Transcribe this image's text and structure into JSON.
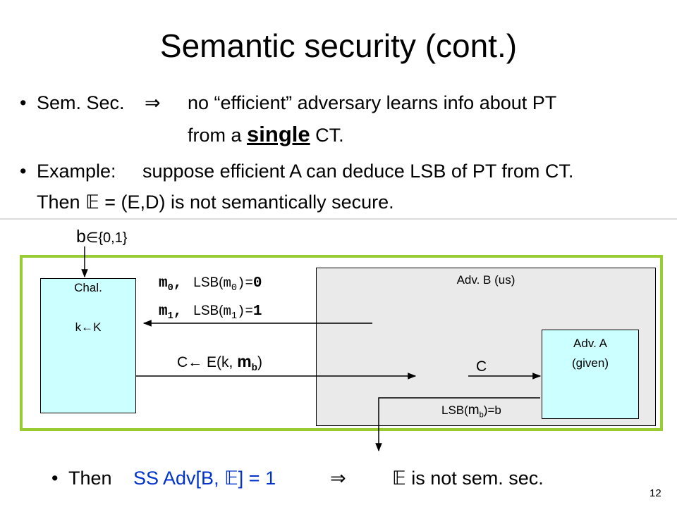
{
  "title": "Semantic security (cont.)",
  "bullet1": {
    "dot": "•",
    "label": "Sem. Sec.",
    "implies": "⇒",
    "line1": "no “efficient” adversary learns info about PT",
    "line2_pre": "from a",
    "line2_emph": "single",
    "line2_post": "CT."
  },
  "bullet2": {
    "dot": "•",
    "label": "Example:",
    "line1": "suppose efficient A can deduce LSB of PT from CT.",
    "line2_pre": "Then",
    "scheme_symbol": "𝔼",
    "line2_post": "= (E,D) is not semantically secure."
  },
  "diagram": {
    "b_label": "b",
    "b_set": "∈{0,1}",
    "chal_title": "Chal.",
    "chal_key": "k←K",
    "m0_name": "m",
    "m0_sub": "0",
    "m0_comma": ",",
    "m0_lsb_pre": "LSB(",
    "m0_lsb_var": "m",
    "m0_lsb_sub": "0",
    "m0_lsb_post": ")=",
    "m0_lsb_val": "0",
    "m1_name": "m",
    "m1_sub": "1",
    "m1_comma": ",",
    "m1_lsb_pre": "LSB(",
    "m1_lsb_var": "m",
    "m1_lsb_sub": "1",
    "m1_lsb_post": ")=",
    "m1_lsb_val": "1",
    "ct_label_pre": "C← E(k,",
    "ct_label_m": "m",
    "ct_label_b": "b",
    "ct_label_post": ")",
    "advb_title": "Adv. B  (us)",
    "advb_c": "C",
    "adva_line1": "Adv.  A",
    "adva_line2": "(given)",
    "lsb_out_pre": "LSB(",
    "lsb_out_m": "m",
    "lsb_out_b": "b",
    "lsb_out_post": ")=b"
  },
  "bullet3": {
    "dot": "•",
    "pre": "Then",
    "ss_adv": "SS Adv[B,",
    "scheme_symbol": "𝔼",
    "ss_adv_post": "] = 1",
    "implies": "⇒",
    "conclusion_symbol": "𝔼",
    "conclusion": "is not sem. sec."
  },
  "page_number": "12",
  "colors": {
    "accent_green": "#99cc33",
    "title_blue": "#0033cc",
    "box_cyan": "#ccffff",
    "box_gray": "#eaeaea"
  }
}
